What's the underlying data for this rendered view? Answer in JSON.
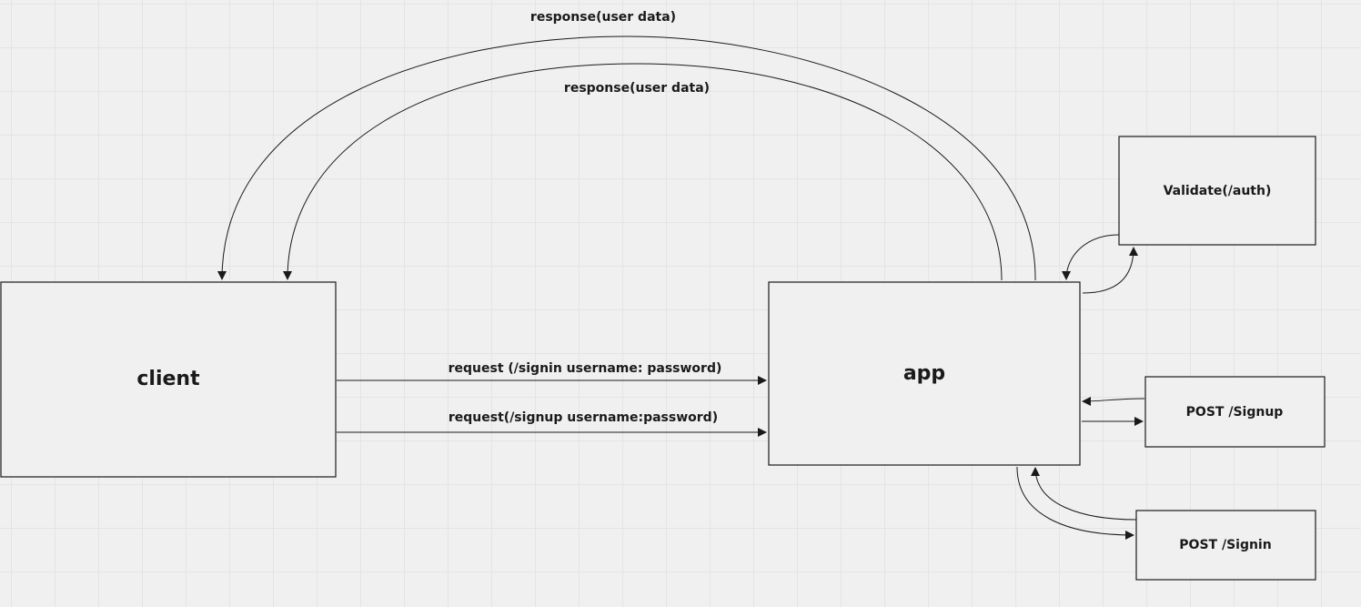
{
  "nodes": {
    "client": "client",
    "app": "app",
    "validate": "Validate(/auth)",
    "post_signup": "POST /Signup",
    "post_signin": "POST /Signin"
  },
  "edges": {
    "response_outer": "response(user data)",
    "response_inner": "response(user data)",
    "request_signin": "request (/signin username: password)",
    "request_signup": "request(/signup username:password)"
  },
  "colors": {
    "background": "#f0f0f0",
    "grid": "#e4e4e4",
    "stroke": "#1a1a1a"
  }
}
